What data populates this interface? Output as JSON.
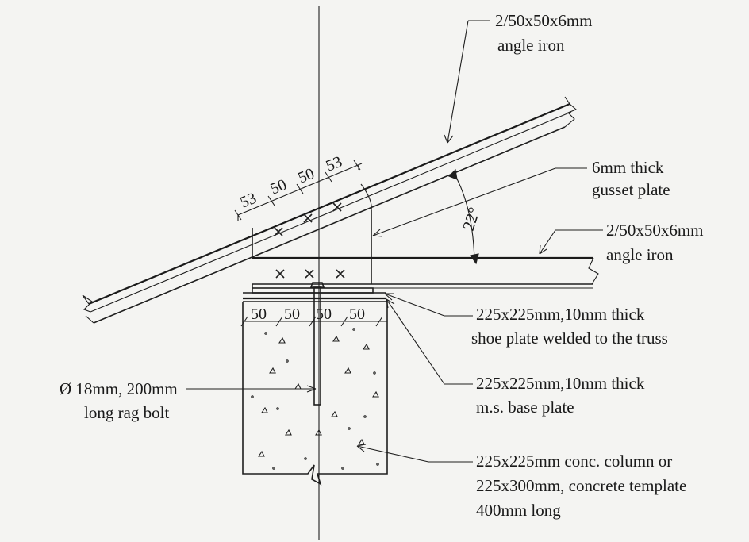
{
  "labels": {
    "top_angle_line1": "2/50x50x6mm",
    "top_angle_line2": "angle iron",
    "gusset_line1": "6mm thick",
    "gusset_line2": "gusset plate",
    "tie_angle_line1": "2/50x50x6mm",
    "tie_angle_line2": "angle iron",
    "shoe_line1": "225x225mm,10mm thick",
    "shoe_line2": "shoe plate welded to the truss",
    "base_line1": "225x225mm,10mm thick",
    "base_line2": "m.s. base plate",
    "bolt_line1": "Ø 18mm, 200mm",
    "bolt_line2": "long rag bolt",
    "column_line1": "225x225mm conc. column or",
    "column_line2": "225x300mm, concrete template",
    "column_line3": "400mm long",
    "angle": "22°"
  },
  "dimensions": {
    "rafter": [
      "53",
      "50",
      "50",
      "53"
    ],
    "base": [
      "50",
      "50",
      "50",
      "50"
    ]
  },
  "colors": {
    "ink": "#1f1f1f",
    "paper": "#f4f4f2"
  }
}
